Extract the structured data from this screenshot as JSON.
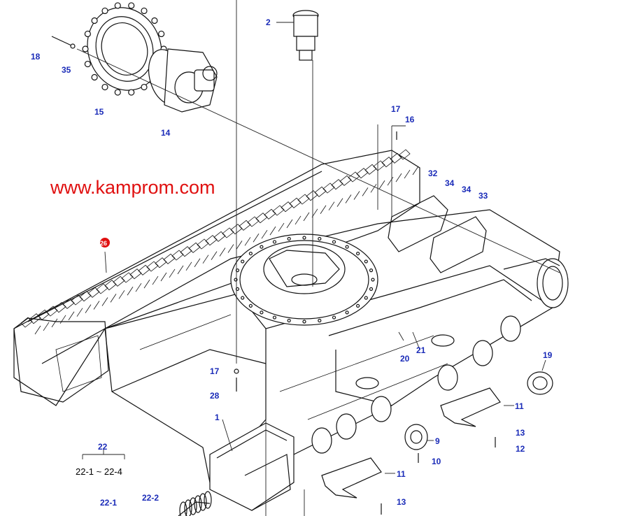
{
  "watermark": "www.kamprom.com",
  "callouts": {
    "c1": "1",
    "c2": "2",
    "c9": "9",
    "c10": "10",
    "c11a": "11",
    "c11b": "11",
    "c12": "12",
    "c13a": "13",
    "c13b": "13",
    "c14": "14",
    "c15": "15",
    "c16": "16",
    "c17a": "17",
    "c17b": "17",
    "c18": "18",
    "c19": "19",
    "c20": "20",
    "c21": "21",
    "c22": "22",
    "c22_range": "22-1 ~ 22-4",
    "c22_1": "22-1",
    "c22_2": "22-2",
    "c26": "26",
    "c28": "28",
    "c32": "32",
    "c33": "33",
    "c34a": "34",
    "c34b": "34",
    "c35": "35"
  },
  "colors": {
    "callout": "#1a2bb8",
    "watermark": "#e01010",
    "marker": "#e01010",
    "line": "#111111"
  }
}
